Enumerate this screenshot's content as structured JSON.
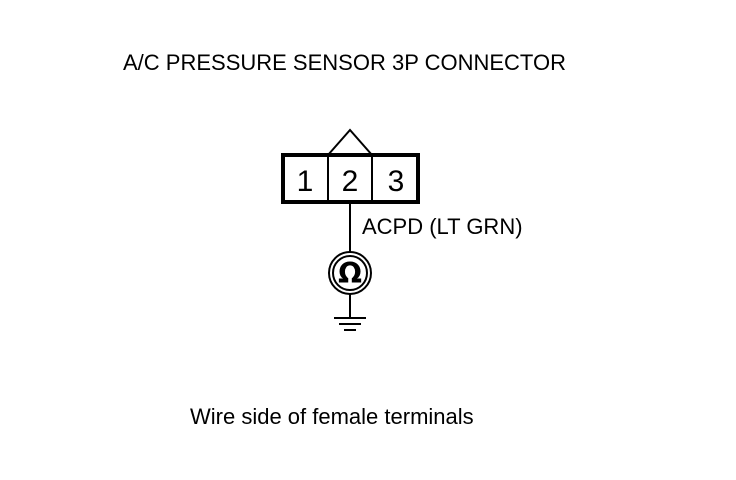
{
  "title": "A/C PRESSURE SENSOR 3P CONNECTOR",
  "connector": {
    "pins": [
      "1",
      "2",
      "3"
    ]
  },
  "wire": {
    "label": "ACPD (LT GRN)"
  },
  "meter": {
    "symbol": "Ω",
    "icon": "ohmmeter-icon"
  },
  "ground": {
    "icon": "ground-icon"
  },
  "caption": "Wire side of female terminals"
}
